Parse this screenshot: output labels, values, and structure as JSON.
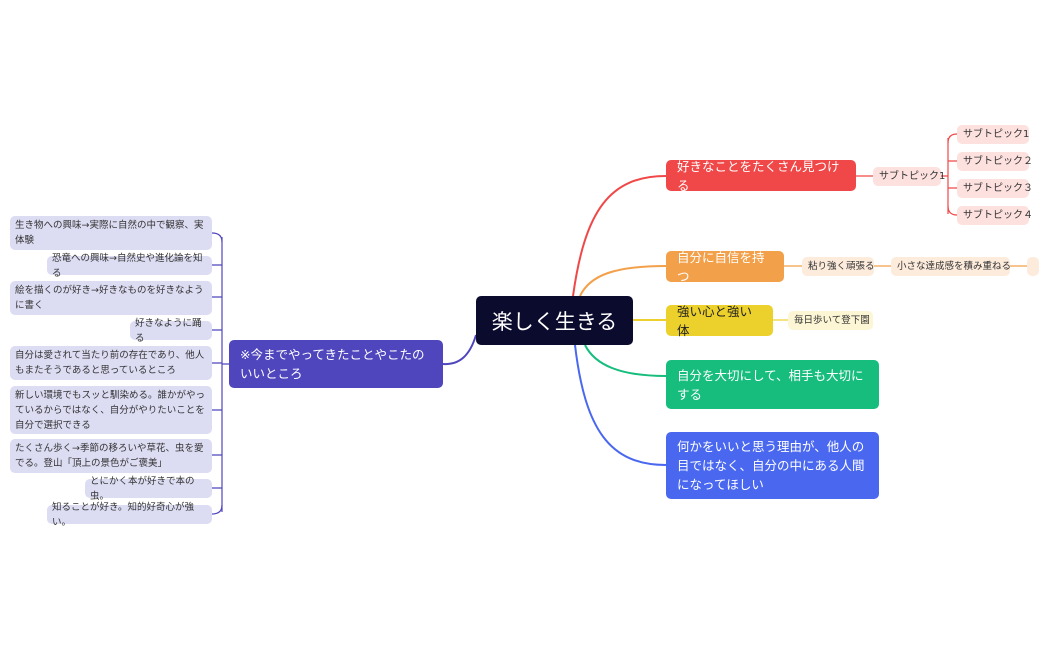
{
  "central": {
    "label": "楽しく生きる"
  },
  "colors": {
    "central": "#0b0b2e",
    "red": "#f04848",
    "orange": "#f3a04a",
    "yellow": "#ecd02c",
    "green": "#16bd7d",
    "blue": "#4a68ef",
    "purple": "#4f46bd",
    "red_light": "#fde1df",
    "orange_light": "#fdebdc",
    "yellow_light": "#fdf6d4",
    "purple_light": "#dcdcf3"
  },
  "right_branches": [
    {
      "label": "好きなことをたくさん見つける",
      "children": [
        {
          "label": "サブトピック1",
          "children": [
            "サブトピック1",
            "サブトピック２",
            "サブトピック３",
            "サブトピック４"
          ]
        }
      ]
    },
    {
      "label": "自分に自信を持つ",
      "children": [
        {
          "label": "粘り強く頑張る",
          "children": [
            "小さな達成感を積み重ねる",
            ""
          ]
        }
      ]
    },
    {
      "label": "強い心と強い体",
      "children": [
        {
          "label": "毎日歩いて登下園"
        }
      ]
    },
    {
      "label": "自分を大切にして、相手も大切にする"
    },
    {
      "label": "何かをいいと思う理由が、他人の目ではなく、自分の中にある人間になってほしい"
    }
  ],
  "left_branch": {
    "label": "※今までやってきたことやこたのいいところ",
    "children": [
      "生き物への興味→実際に自然の中で観察、実体験",
      "恐竜への興味→自然史や進化論を知る",
      "絵を描くのが好き→好きなものを好きなように書く",
      "好きなように踊る",
      "自分は愛されて当たり前の存在であり、他人もまたそうであると思っているところ",
      "新しい環境でもスッと馴染める。誰かがやっているからではなく、自分がやりたいことを自分で選択できる",
      "たくさん歩く→季節の移ろいや草花、虫を愛でる。登山「頂上の景色がご褒美」",
      "とにかく本が好きで本の虫。",
      "知ることが好き。知的好奇心が強い。"
    ]
  }
}
